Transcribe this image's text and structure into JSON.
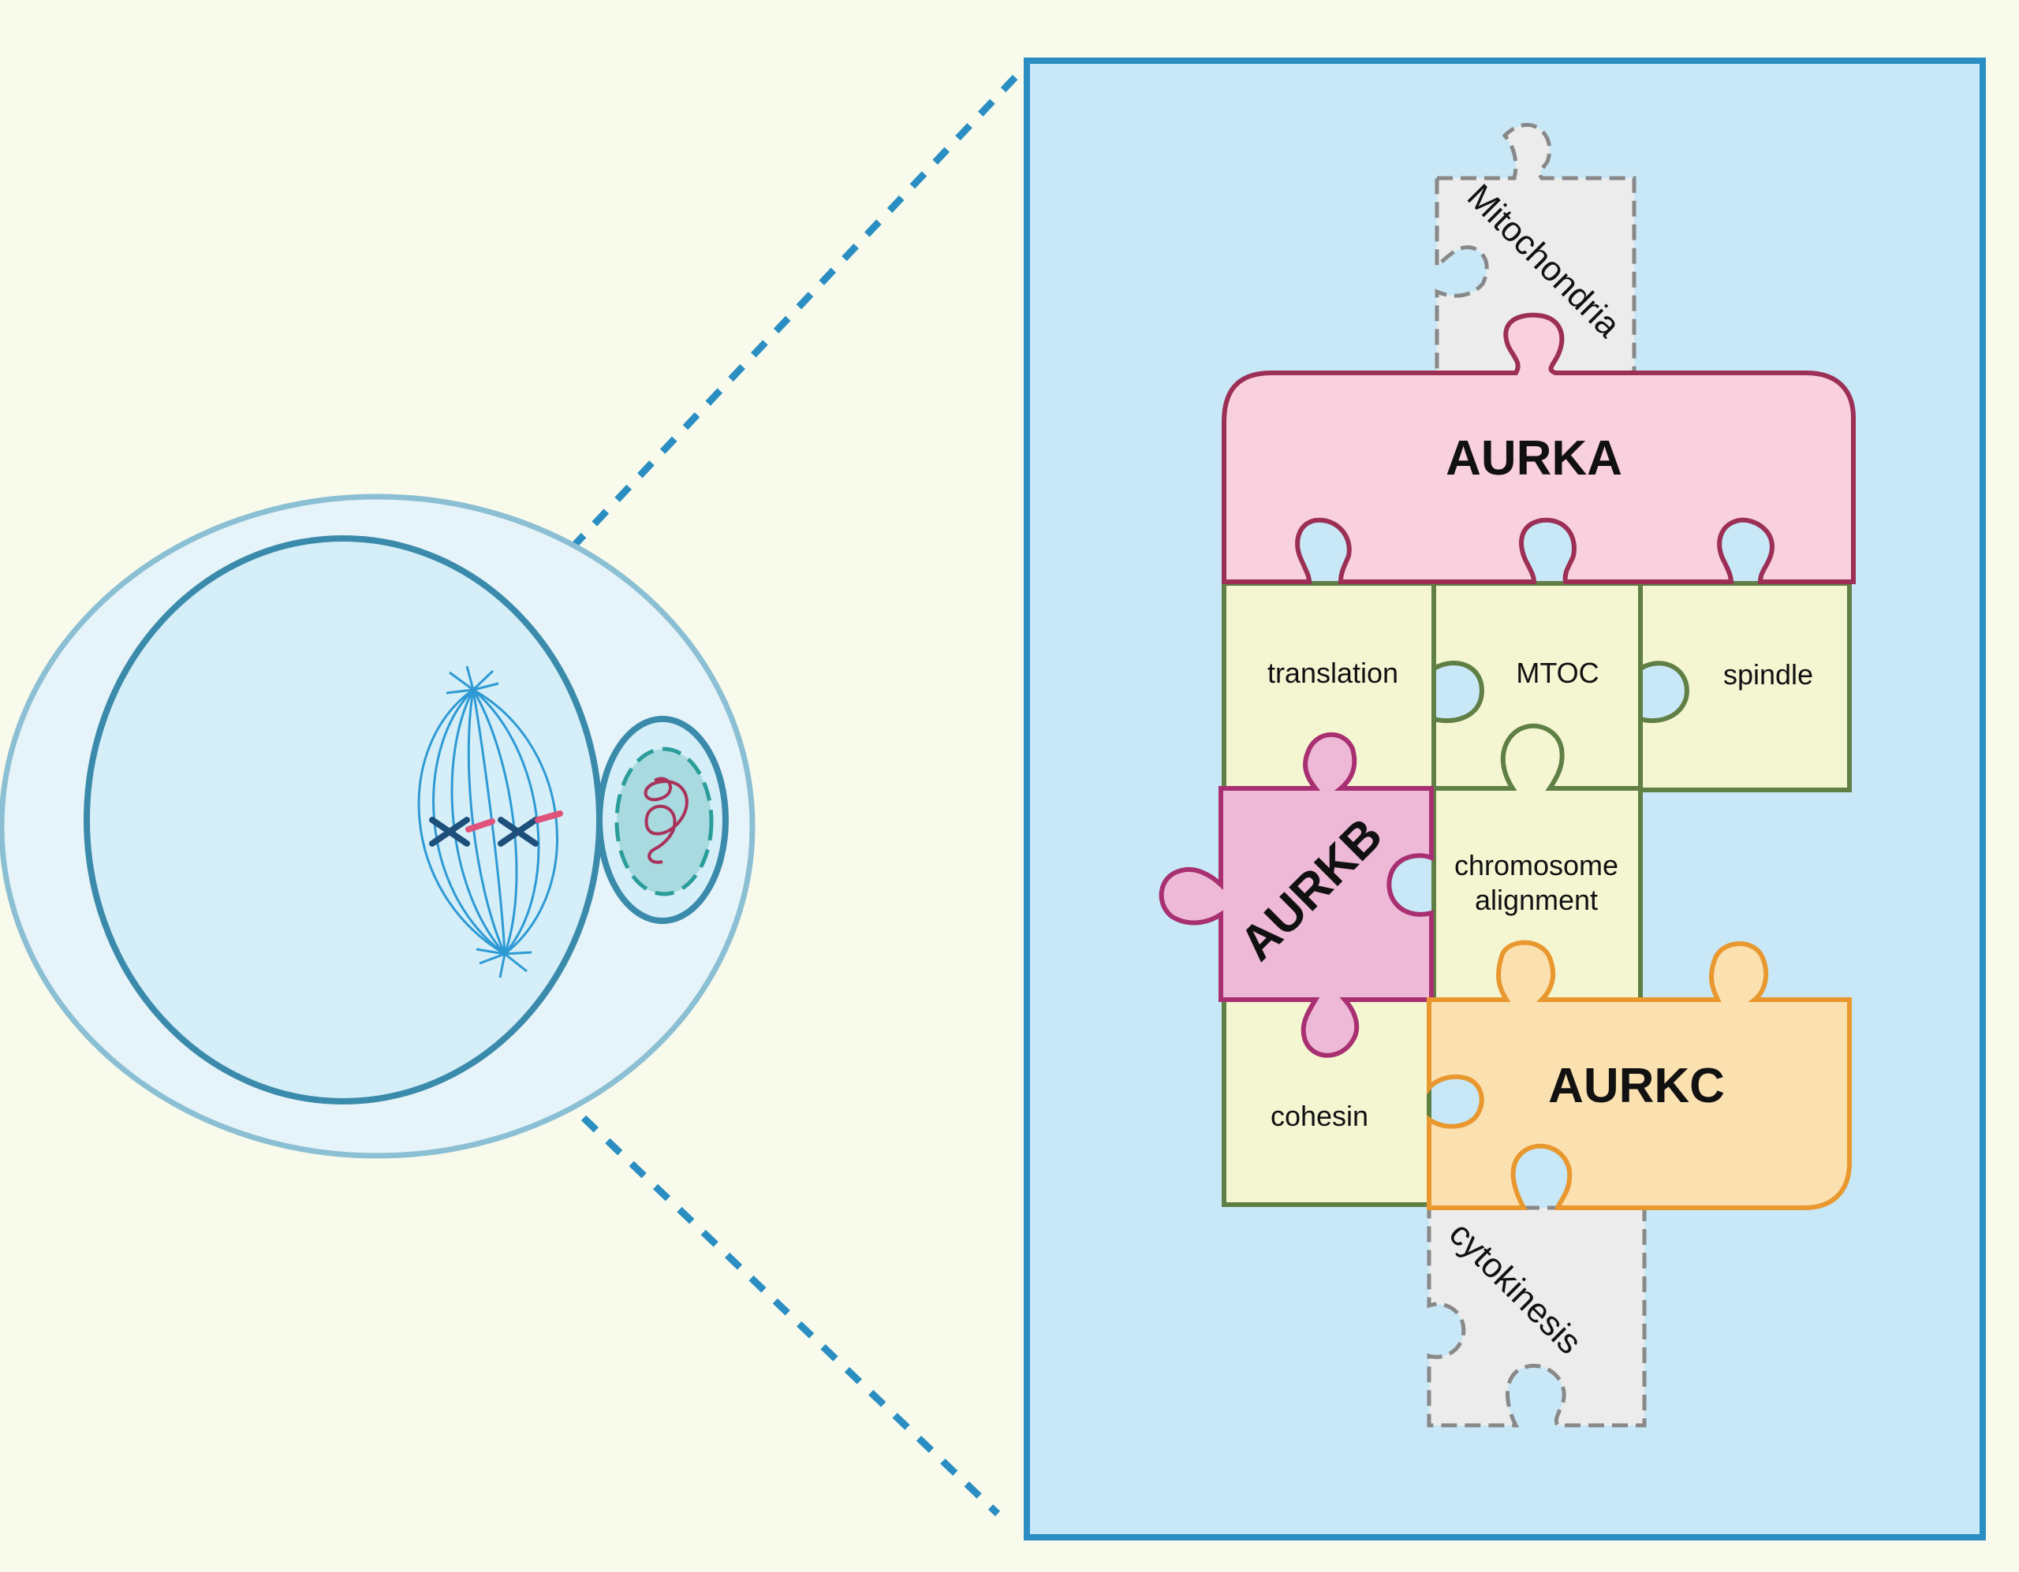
{
  "colors": {
    "background": "#f8faec",
    "panel_fill": "#c8e8f7",
    "panel_border": "#2a8ec2",
    "aurka_fill": "#f9d0dd",
    "aurka_stroke": "#9c2f55",
    "aurkb_fill": "#eeb9d6",
    "aurkb_stroke": "#a83072",
    "aurkc_fill": "#fbe0b0",
    "aurkc_stroke": "#e8982f",
    "process_fill": "#f4f6d2",
    "process_stroke": "#5f7f45",
    "placeholder_fill": "#ececec",
    "placeholder_stroke": "#888888"
  },
  "oocyte": {
    "cell_icon": "oocyte-cell-icon",
    "spindle_icon": "meiotic-spindle-icon",
    "polar_body_icon": "polar-body-icon"
  },
  "kinases": {
    "aurka": "AURKA",
    "aurkb": "AURKB",
    "aurkc": "AURKC"
  },
  "processes": {
    "translation": "translation",
    "mtoc": "MTOC",
    "spindle": "spindle",
    "chromosome_line1": "chromosome",
    "chromosome_line2": "alignment",
    "cohesin": "cohesin"
  },
  "external": {
    "top": "Mitochondria",
    "bottom": "cytokinesis"
  }
}
